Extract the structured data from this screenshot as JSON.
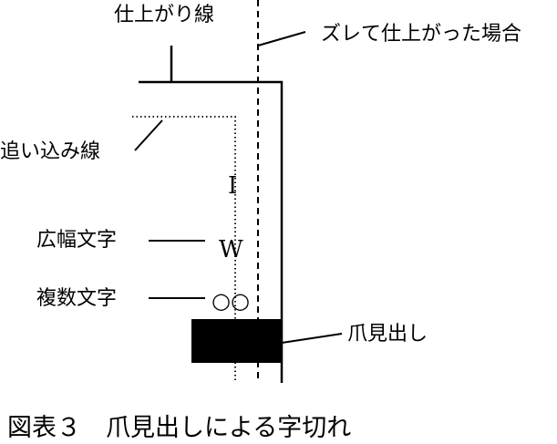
{
  "labels": {
    "finish_line": "仕上がり線",
    "shifted_finish": "ズレて仕上がった場合",
    "bleed_line": "追い込み線",
    "wide_char": "広幅文字",
    "multi_char": "複数文字",
    "tab_index": "爪見出し"
  },
  "glyphs": {
    "narrow": "I",
    "wide": "W",
    "multi": "○○"
  },
  "caption": "図表３　爪見出しによる字切れ"
}
